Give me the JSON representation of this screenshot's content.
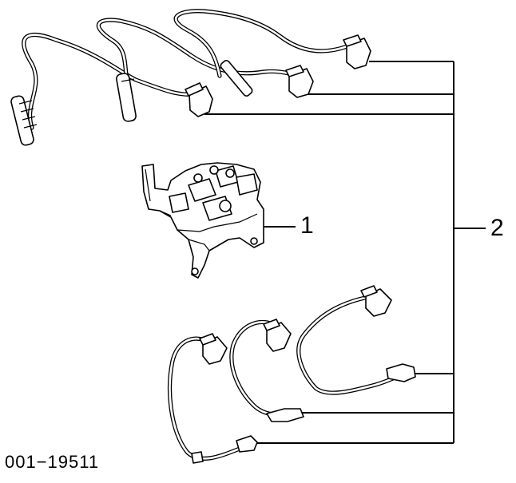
{
  "diagram": {
    "callouts": {
      "coil_pack": "1",
      "wire_set": "2"
    },
    "part_number": "001−19511"
  }
}
